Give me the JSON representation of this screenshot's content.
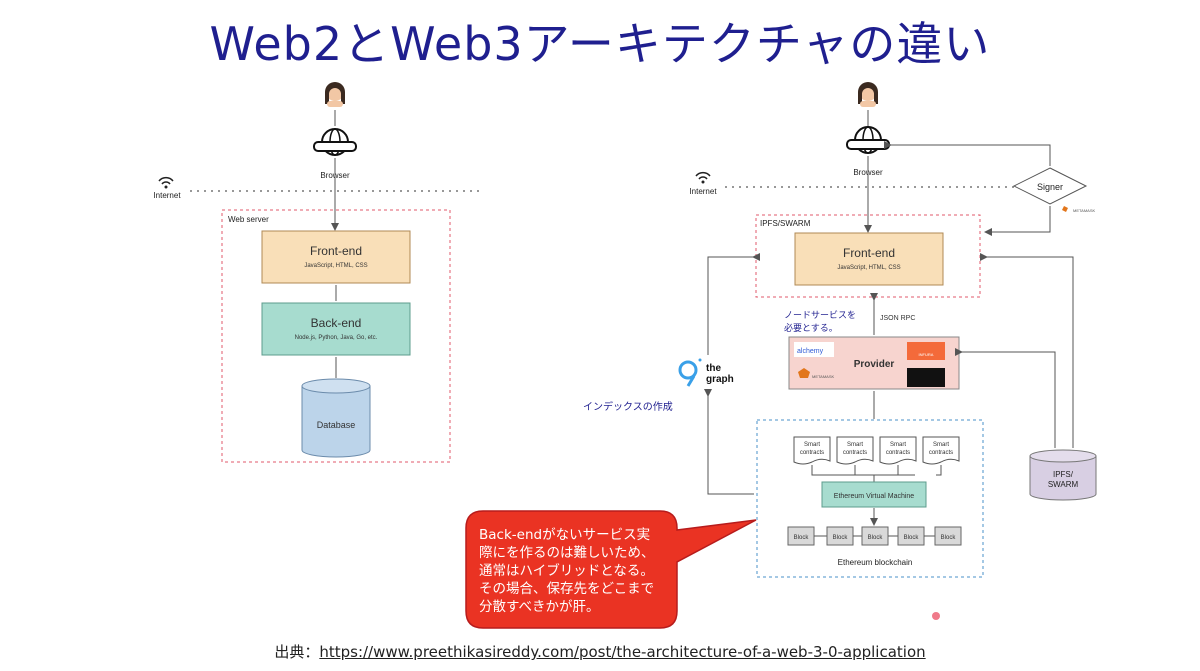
{
  "title": "Web2とWeb3アーキテクチャの違い",
  "web2": {
    "browser_label": "Browser",
    "internet_label": "Internet",
    "server_label": "Web server",
    "frontend": {
      "title": "Front-end",
      "sub": "JavaScript, HTML, CSS"
    },
    "backend": {
      "title": "Back-end",
      "sub": "Node.js, Python, Java, Go, etc."
    },
    "database": "Database"
  },
  "web3": {
    "browser_label": "Browser",
    "internet_label": "Internet",
    "signer": "Signer",
    "metamask": "METAMASK",
    "ipfs_box_label": "IPFS/SWARM",
    "frontend": {
      "title": "Front-end",
      "sub": "JavaScript, HTML, CSS"
    },
    "node_note_1": "ノードサービスを",
    "node_note_2": "必要とする。",
    "json_rpc": "JSON RPC",
    "provider": "Provider",
    "provider_logos": {
      "alchemy": "alchemy",
      "infura": "INFURA",
      "metamask": "METAMASK"
    },
    "the_graph_1": "the",
    "the_graph_2": "graph",
    "index_note": "インデックスの作成",
    "contracts": [
      "Smart contracts",
      "Smart contracts",
      "Smart contracts",
      "Smart contracts"
    ],
    "evm": "Ethereum Virtual Machine",
    "blocks": [
      "Block",
      "Block",
      "Block",
      "Block",
      "Block"
    ],
    "blockchain": "Ethereum blockchain",
    "ipfs_db_1": "IPFS/",
    "ipfs_db_2": "SWARM"
  },
  "callout_lines": [
    "Back-endがないサービス実",
    "際にを作るのは難しいため、",
    "通常はハイブリッドとなる。",
    "その場合、保存先をどこまで",
    "分散すべきかが肝。"
  ],
  "source_prefix": "出典：",
  "source_url": "https://www.preethikasireddy.com/post/the-architecture-of-a-web-3-0-application",
  "colors": {
    "title": "#1f1f8f",
    "frontend": "#f9dfb8",
    "backend": "#a7dccf",
    "database": "#bcd4ea",
    "provider": "#f7d4cf",
    "evm": "#a7dccf",
    "callout": "#ea3323"
  }
}
